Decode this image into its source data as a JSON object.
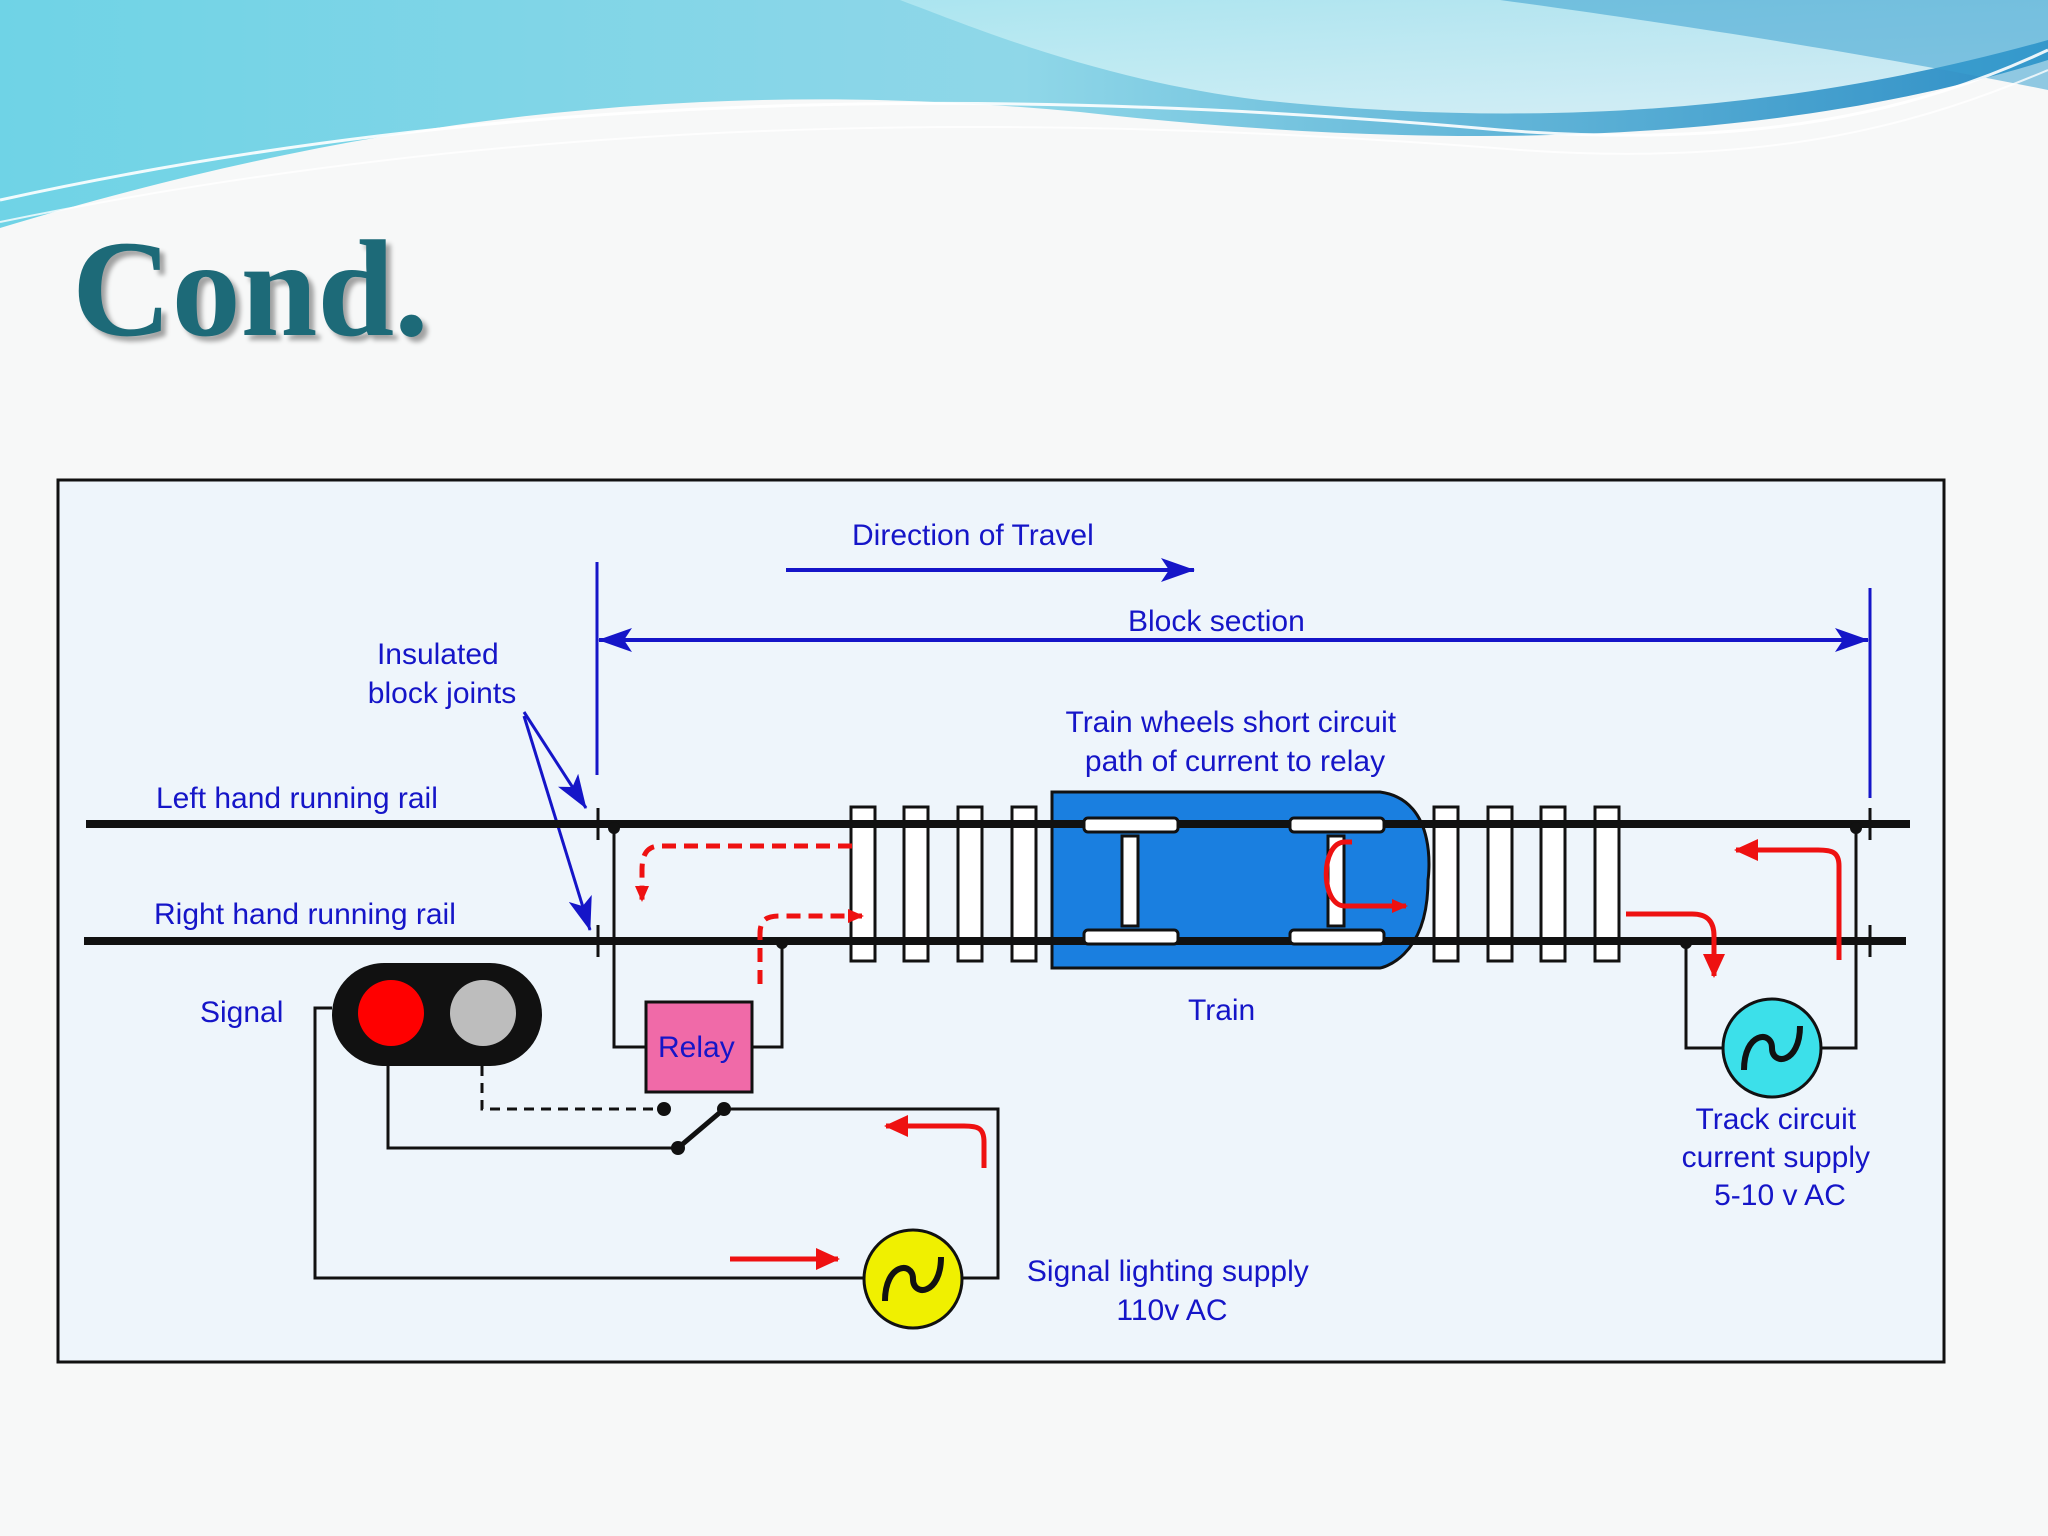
{
  "slide": {
    "title": "Cond.",
    "colors": {
      "title": "#1d6a78",
      "panel_bg": "#eef5fb",
      "label": "#1515c8",
      "current": "#ee1111",
      "train": "#1a7fe0",
      "relay": "#f06aa8",
      "signal_red": "#ff0000",
      "signal_off": "#bdbdbd",
      "track_supply": "#3ce0ea",
      "lighting_supply": "#f0f000"
    }
  },
  "diagram": {
    "direction_of_travel": "Direction of Travel",
    "block_section": "Block section",
    "insulated_block_joints": [
      "Insulated",
      "block joints"
    ],
    "train_wheels_note": [
      "Train wheels short circuit",
      "path of current to relay"
    ],
    "left_rail": "Left hand running rail",
    "right_rail": "Right hand running rail",
    "signal": "Signal",
    "relay": "Relay",
    "train": "Train",
    "track_circuit_supply": [
      "Track circuit",
      "current supply",
      "5-10 v AC"
    ],
    "signal_lighting_supply": [
      "Signal lighting supply",
      "110v AC"
    ],
    "icons": [
      "ac-source-icon",
      "signal-lamp-icon",
      "switch-contact-icon"
    ]
  }
}
